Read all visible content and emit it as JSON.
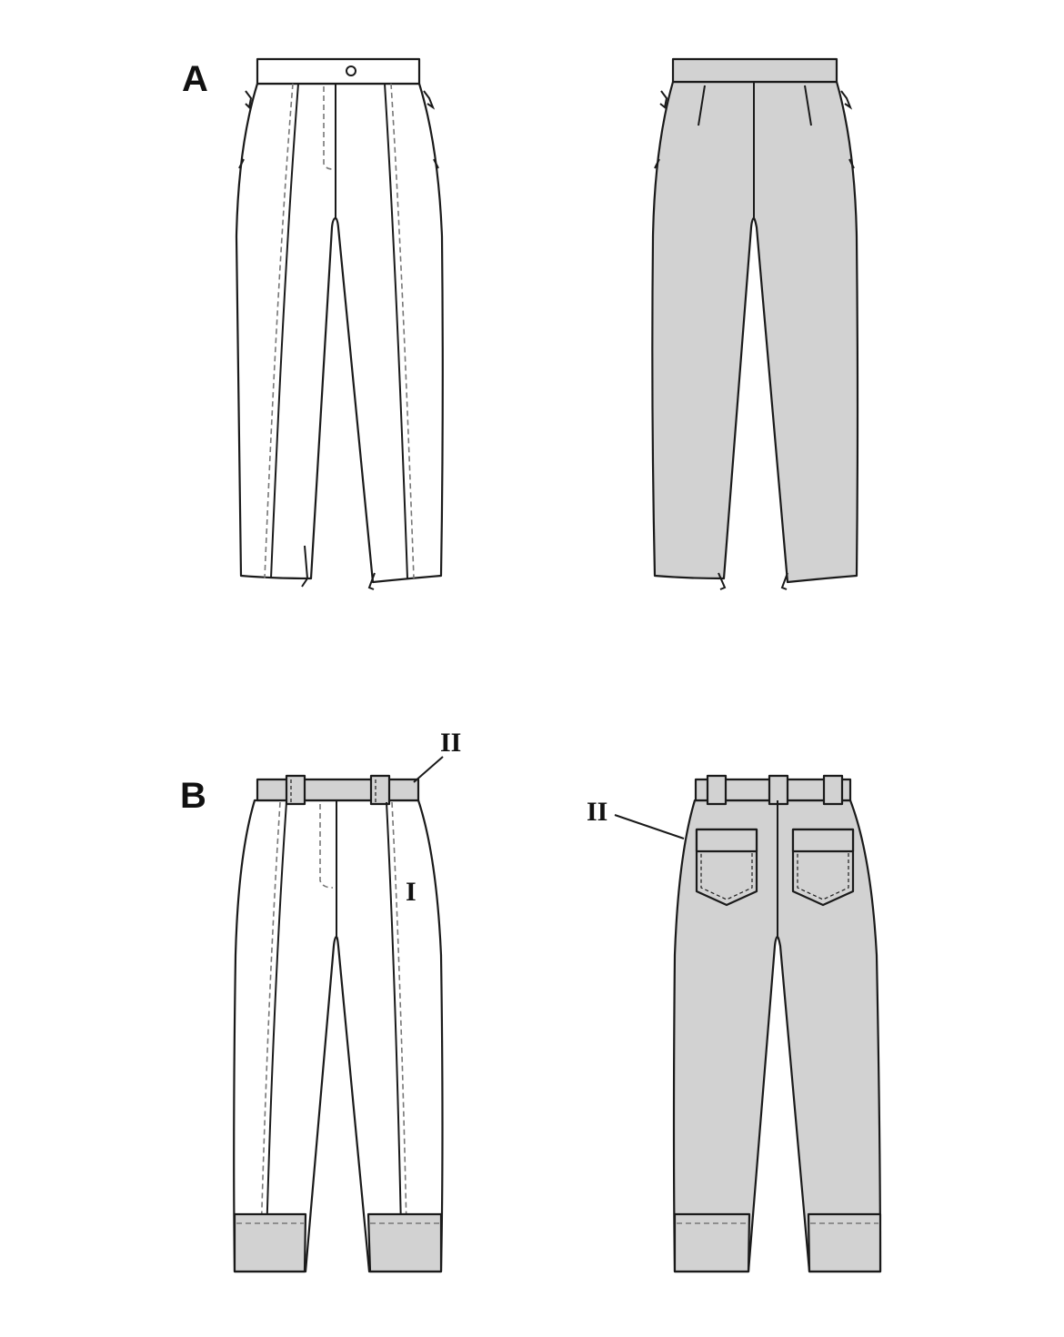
{
  "views": {
    "a": {
      "label": "A"
    },
    "b": {
      "label": "B",
      "front_labels": {
        "waistband": "II",
        "leg": "I"
      },
      "back_labels": {
        "side": "II"
      }
    }
  },
  "colors": {
    "fabric_back": "#d2d2d2",
    "line": "#1a1a1a"
  }
}
